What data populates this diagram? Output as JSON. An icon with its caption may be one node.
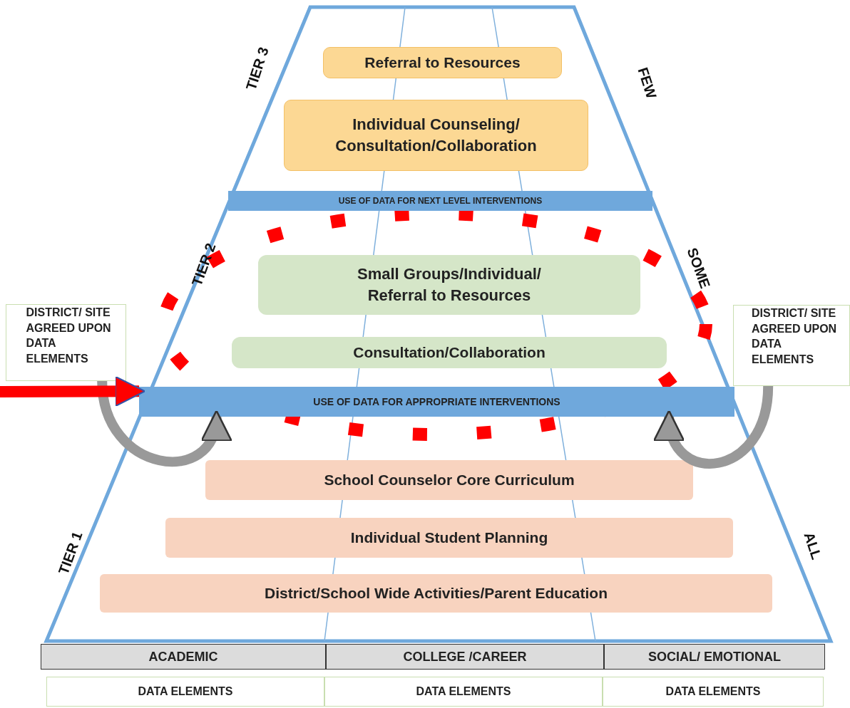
{
  "diagram": {
    "nodes": [
      {
        "text": [
          "Referral to Resources"
        ]
      },
      {
        "text": [
          "Individual Counseling/ Consultation/Collaboration"
        ]
      },
      {
        "text": [
          "USE OF DATA FOR NEXT LEVEL INTERVENTIONS"
        ]
      },
      {
        "text": [
          "Small Groups/Individual/ Referral to Resources"
        ]
      },
      {
        "text": [
          "Consultation/Collaboration"
        ]
      },
      {
        "text": [
          "USE OF DATA FOR APPROPRIATE INTERVENTIONS"
        ]
      },
      {
        "text": [
          "School Counselor Core Curriculum"
        ]
      },
      {
        "text": [
          "Individual Student Planning"
        ]
      },
      {
        "text": [
          "District/School Wide Activities/Parent Education"
        ]
      },
      {
        "text": [
          "ACADEMIC"
        ]
      },
      {
        "text": [
          "COLLEGE /CAREER"
        ]
      },
      {
        "text": [
          "SOCIAL/ EMOTIONAL"
        ]
      },
      {
        "text": [
          "DATA ELEMENTS"
        ]
      },
      {
        "text": [
          "DATA ELEMENTS"
        ]
      },
      {
        "text": [
          "DATA ELEMENTS"
        ]
      },
      {
        "text": [
          "DISTRICT/ SITE AGREED UPON DATA ELEMENTS"
        ]
      },
      {
        "text": [
          "DISTRICT/ SITE AGREED UPON DATA ELEMENTS"
        ]
      }
    ],
    "edges": [
      {
        "from": 15,
        "to": 5,
        "arrow": "to"
      },
      {
        "from": 16,
        "to": 5,
        "arrow": "to"
      },
      {
        "from": null,
        "to": 5,
        "arrow": "to",
        "color": "#ff0000"
      }
    ],
    "labels": [
      "TIER 3",
      "FEW",
      "TIER 2",
      "SOME",
      "TIER 1",
      "ALL"
    ]
  }
}
